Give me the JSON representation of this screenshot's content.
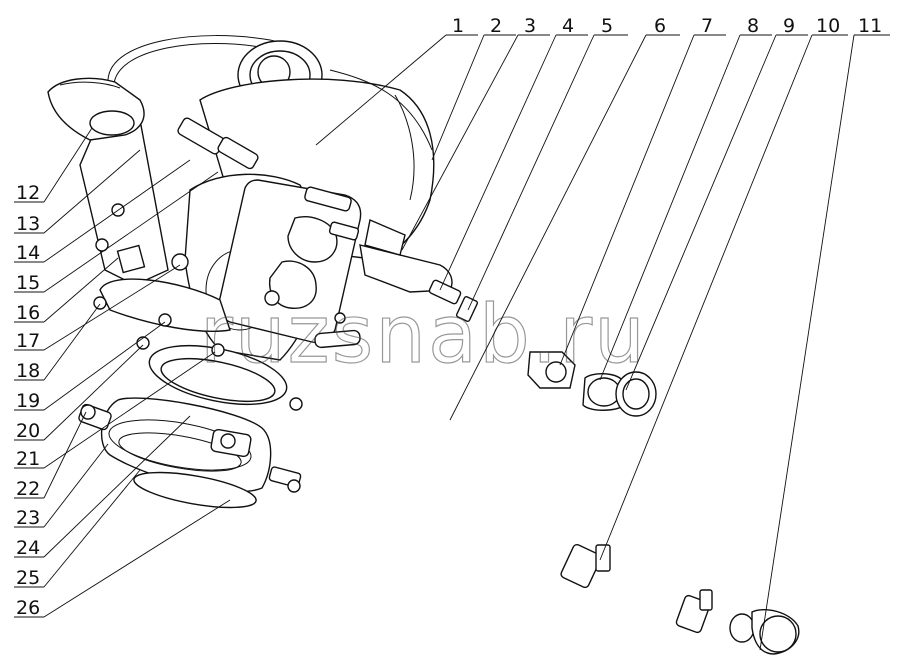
{
  "watermark": "ruzsnab.ru",
  "callouts_top": [
    "1",
    "2",
    "3",
    "4",
    "5",
    "6",
    "7",
    "8",
    "9",
    "10",
    "11"
  ],
  "callouts_left": [
    "12",
    "13",
    "14",
    "15",
    "16",
    "17",
    "18",
    "19",
    "20",
    "21",
    "22",
    "23",
    "24",
    "25",
    "26"
  ]
}
